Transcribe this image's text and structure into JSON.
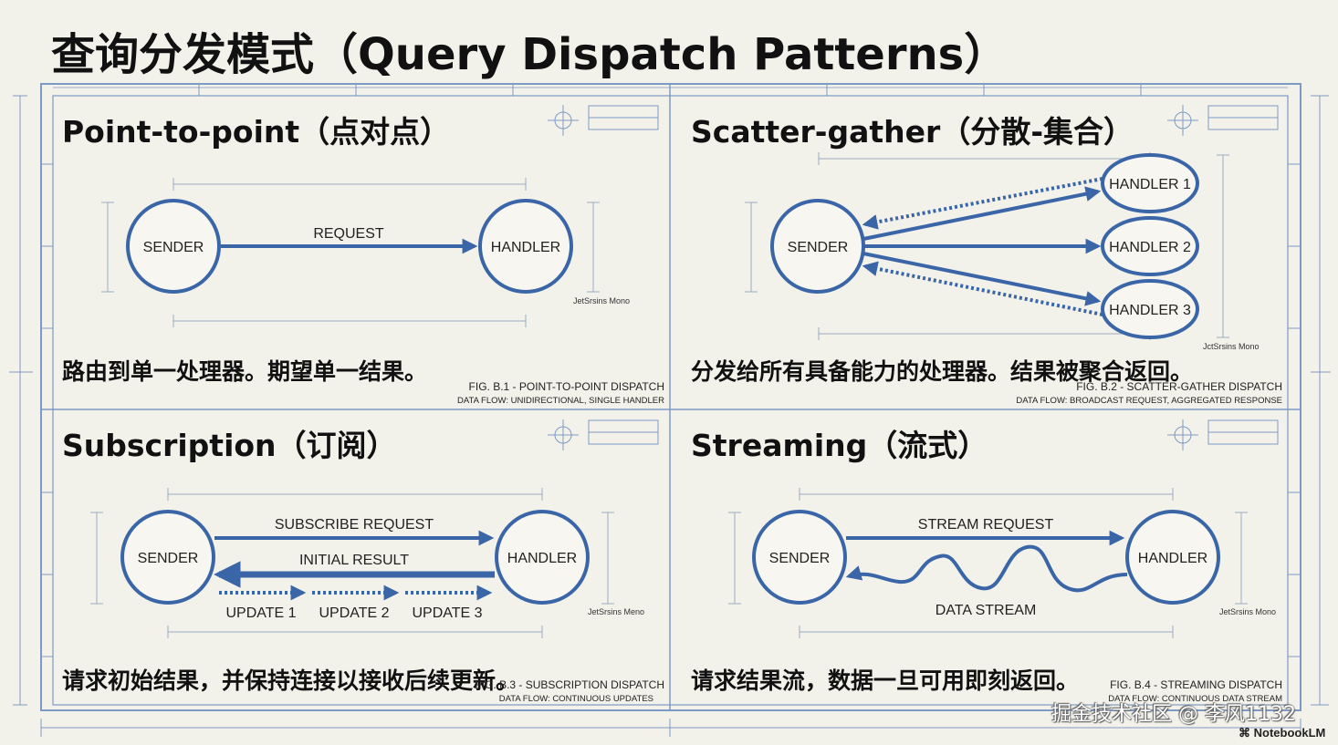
{
  "page": {
    "title": "查询分发模式（Query Dispatch Patterns）"
  },
  "panels": {
    "p2p": {
      "title": "Point-to-point（点对点）",
      "description": "路由到单一处理器。期望单一结果。",
      "fig_caption": "FIG. B.1 - POINT-TO-POINT DISPATCH",
      "flow_caption": "DATA FLOW: UNIDIRECTIONAL, SINGLE HANDLER",
      "mono_label": "JetSrsins Mono",
      "nodes": {
        "sender": "SENDER",
        "handler": "HANDLER"
      },
      "edges": {
        "request": "REQUEST"
      }
    },
    "scatter": {
      "title": "Scatter-gather（分散-集合）",
      "description": "分发给所有具备能力的处理器。结果被聚合返回。",
      "fig_caption": "FIG. B.2 - SCATTER-GATHER DISPATCH",
      "flow_caption": "DATA FLOW: BROADCAST REQUEST, AGGREGATED RESPONSE",
      "mono_label": "JctSrsins Mono",
      "nodes": {
        "sender": "SENDER",
        "handler1": "HANDLER 1",
        "handler2": "HANDLER 2",
        "handler3": "HANDLER 3"
      }
    },
    "subscription": {
      "title": "Subscription（订阅）",
      "description": "请求初始结果，并保持连接以接收后续更新。",
      "fig_caption": "FIG. B.3 - SUBSCRIPTION DISPATCH",
      "flow_caption": "DATA FLOW: CONTINUOUS UPDATES",
      "mono_label": "JetSrsins Meno",
      "nodes": {
        "sender": "SENDER",
        "handler": "HANDLER"
      },
      "edges": {
        "subscribe": "SUBSCRIBE REQUEST",
        "initial": "INITIAL RESULT",
        "update1": "UPDATE 1",
        "update2": "UPDATE 2",
        "update3": "UPDATE 3"
      }
    },
    "streaming": {
      "title": "Streaming（流式）",
      "description": "请求结果流，数据一旦可用即刻返回。",
      "fig_caption": "FIG. B.4 - STREAMING DISPATCH",
      "flow_caption": "DATA FLOW: CONTINUOUS DATA STREAM",
      "mono_label": "JetSrsins Mono",
      "nodes": {
        "sender": "SENDER",
        "handler": "HANDLER"
      },
      "edges": {
        "stream_request": "STREAM REQUEST",
        "data_stream": "DATA STREAM"
      }
    }
  },
  "footer": {
    "watermark": "掘金技术社区 @ 李风1132",
    "brand": "NotebookLM"
  },
  "colors": {
    "stroke": "#3a66a8",
    "frame": "#7d9ac4",
    "background": "#f2f1ea",
    "text": "#111111"
  }
}
